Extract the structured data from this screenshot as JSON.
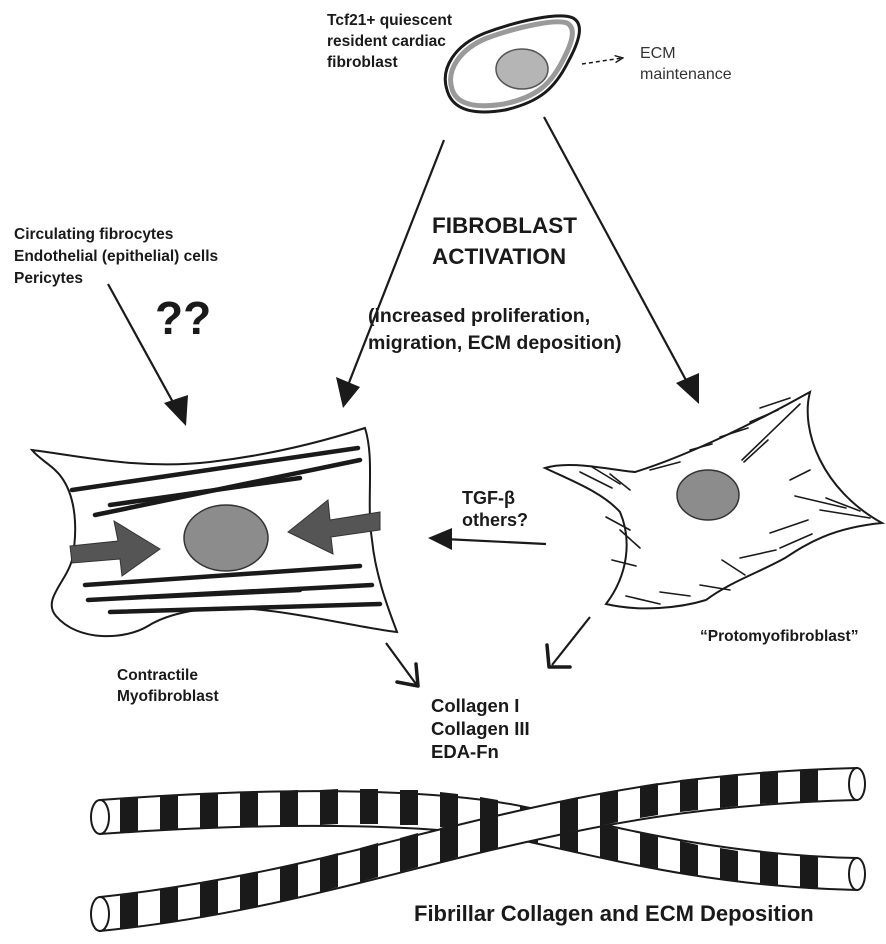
{
  "quiescent_cell": {
    "label_lines": [
      "Tcf21+ quiescent",
      "resident cardiac",
      "fibroblast"
    ],
    "output_label_lines": [
      "ECM",
      "maintenance"
    ]
  },
  "other_sources": {
    "label_lines": [
      "Circulating fibrocytes",
      "Endothelial (epithelial) cells",
      "Pericytes"
    ],
    "question": "??"
  },
  "activation": {
    "title_lines": [
      "FIBROBLAST",
      "ACTIVATION"
    ],
    "detail_lines": [
      "(increased proliferation,",
      "migration, ECM deposition)"
    ]
  },
  "transition": {
    "label_lines": [
      "TGF-β",
      "others?"
    ]
  },
  "protomyofibroblast": {
    "label": "“Protomyofibroblast”"
  },
  "myofibroblast": {
    "label_lines": [
      "Contractile",
      "Myofibroblast"
    ]
  },
  "products": {
    "lines": [
      "Collagen I",
      "Collagen III",
      "EDA-Fn"
    ]
  },
  "fibrils": {
    "label": "Fibrillar Collagen and ECM Deposition"
  },
  "colors": {
    "line": "#1a1a1a",
    "nucleus": "#8c8c8c",
    "contraction_arrow": "#555555",
    "cell_fill": "#ffffff"
  }
}
